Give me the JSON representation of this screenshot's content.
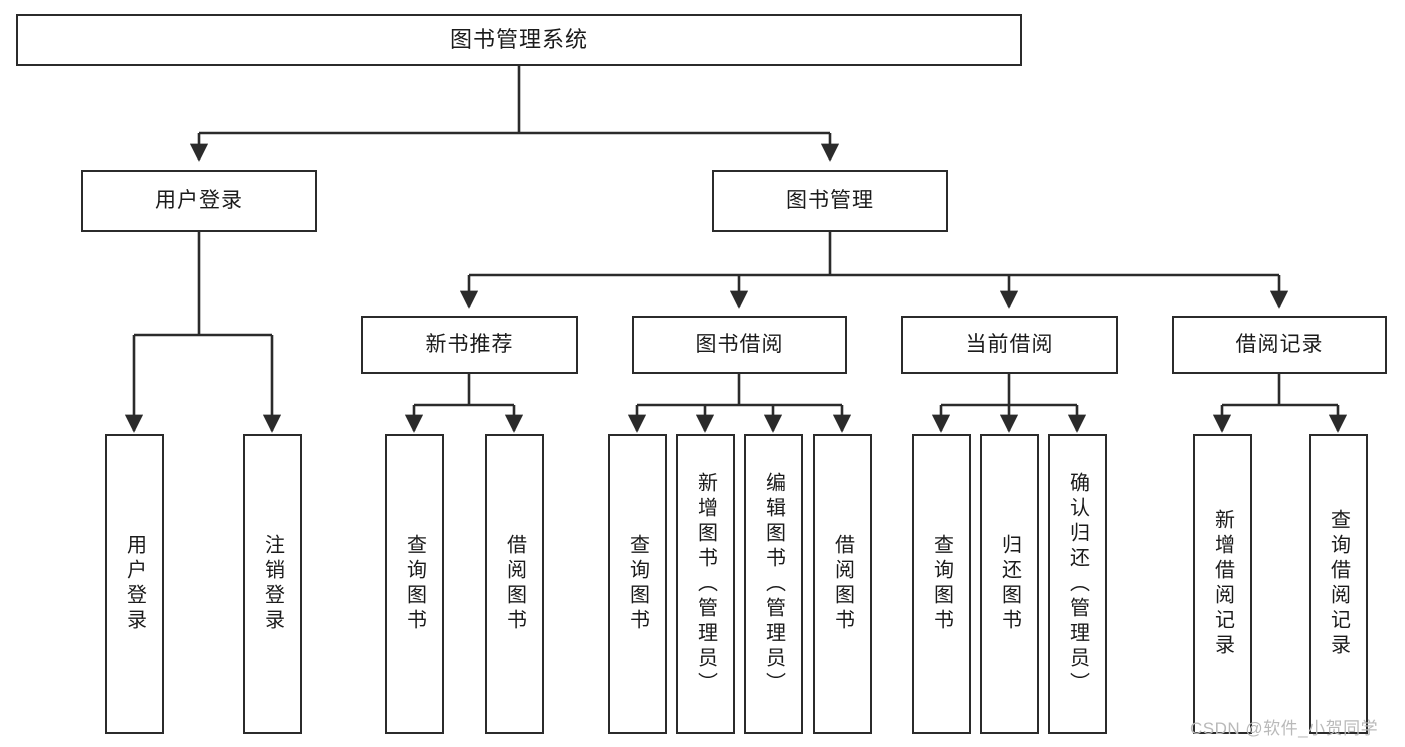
{
  "diagram": {
    "type": "tree",
    "title": "图书管理系统",
    "watermark": "CSDN @软件_小贺同学",
    "colors": {
      "stroke": "#2b2b2b",
      "fill": "#ffffff",
      "text": "#1b1b1b",
      "watermark": "#b9b9b9"
    },
    "levels": {
      "root": {
        "label": "图书管理系统"
      },
      "level2": [
        {
          "label": "用户登录"
        },
        {
          "label": "图书管理"
        }
      ],
      "level3": [
        {
          "label": "新书推荐"
        },
        {
          "label": "图书借阅"
        },
        {
          "label": "当前借阅"
        },
        {
          "label": "借阅记录"
        }
      ],
      "leaves": [
        {
          "label": "用户登录",
          "parent": "用户登录"
        },
        {
          "label": "注销登录",
          "parent": "用户登录"
        },
        {
          "label": "查询图书",
          "parent": "新书推荐"
        },
        {
          "label": "借阅图书",
          "parent": "新书推荐"
        },
        {
          "label": "查询图书",
          "parent": "图书借阅"
        },
        {
          "label": "新增图书（管理员）",
          "parent": "图书借阅"
        },
        {
          "label": "编辑图书（管理员）",
          "parent": "图书借阅"
        },
        {
          "label": "借阅图书",
          "parent": "图书借阅"
        },
        {
          "label": "查询图书",
          "parent": "当前借阅"
        },
        {
          "label": "归还图书",
          "parent": "当前借阅"
        },
        {
          "label": "确认归还（管理员）",
          "parent": "当前借阅"
        },
        {
          "label": "新增借阅记录",
          "parent": "借阅记录"
        },
        {
          "label": "查询借阅记录",
          "parent": "借阅记录"
        }
      ]
    }
  }
}
